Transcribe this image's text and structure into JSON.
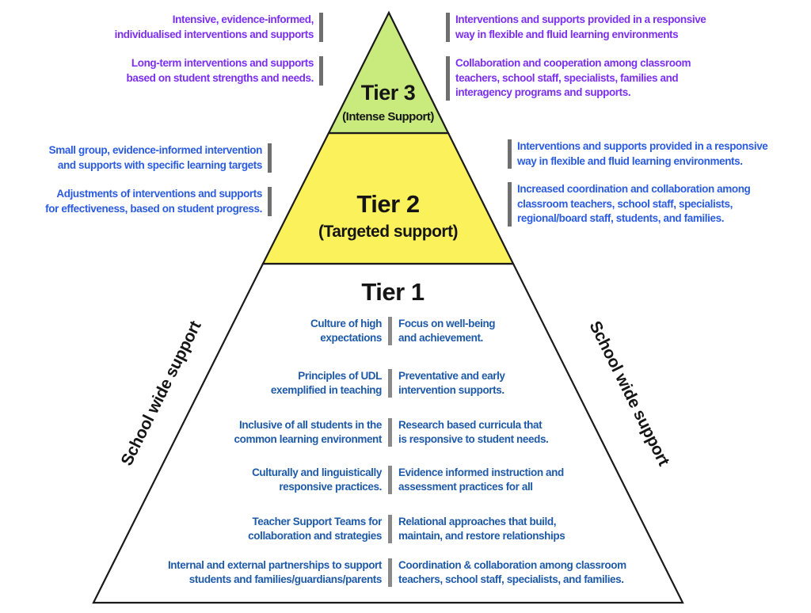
{
  "colors": {
    "tier3_fill": "#c9eb7e",
    "tier2_fill": "#fbf25b",
    "tier1_fill": "#ffffff",
    "outline": "#1a1a1a",
    "purple_text": "#7c2ff2",
    "blue_text": "#2b5ce0",
    "tier1_text": "#1e5aa8",
    "annotation_bar_gray": "#6f6f6f",
    "row_divider_gray": "#8a8a8a"
  },
  "pyramid": {
    "tier3": {
      "title": "Tier 3",
      "subtitle": "(Intense Support)"
    },
    "tier2": {
      "title": "Tier 2",
      "subtitle": "(Targeted support)"
    },
    "tier1": {
      "title": "Tier 1"
    }
  },
  "side_labels": {
    "left": "School wide support",
    "right": "School wide support"
  },
  "annotations": {
    "tier3_left": [
      "Intensive, evidence-informed,\nindividualised interventions and supports",
      "Long-term interventions and supports\nbased on student strengths and needs."
    ],
    "tier3_right": [
      "Interventions and supports provided in a responsive\nway in flexible and fluid learning environments",
      "Collaboration and cooperation among classroom\nteachers, school staff, specialists, families and\ninteragency programs and supports."
    ],
    "tier2_left": [
      "Small group, evidence-informed intervention\nand supports with specific learning targets",
      "Adjustments of interventions and supports\nfor effectiveness, based on student progress."
    ],
    "tier2_right": [
      "Interventions and supports provided in a responsive\nway in flexible and fluid learning environments.",
      "Increased coordination and collaboration among\nclassroom teachers, school staff, specialists,\nregional/board staff, students, and families."
    ]
  },
  "tier1_rows": [
    {
      "left": "Culture of high\nexpectations",
      "right": "Focus on well-being\nand achievement."
    },
    {
      "left": "Principles of UDL\nexemplified in teaching",
      "right": "Preventative and early\nintervention supports."
    },
    {
      "left": "Inclusive of all students in the\ncommon learning environment",
      "right": "Research based curricula that\nis responsive to student needs."
    },
    {
      "left": "Culturally and linguistically\nresponsive practices.",
      "right": "Evidence informed instruction and\nassessment practices for all"
    },
    {
      "left": "Teacher Support Teams for\ncollaboration and strategies",
      "right": "Relational approaches that build,\nmaintain, and restore relationships"
    },
    {
      "left": "Internal and external partnerships to support\nstudents and families/guardians/parents",
      "right": "Coordination & collaboration among classroom\nteachers, school staff, specialists, and families."
    }
  ]
}
